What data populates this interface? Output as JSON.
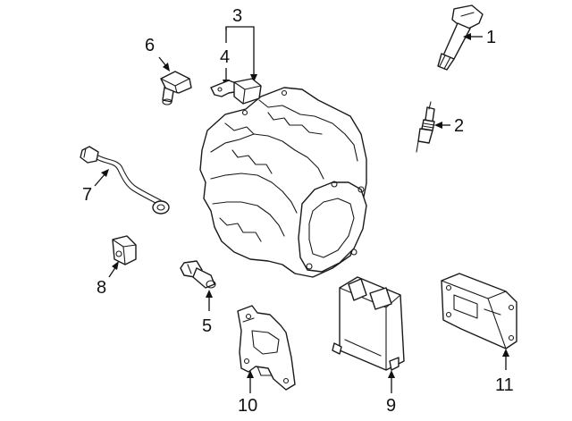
{
  "diagram": {
    "callouts": {
      "c1": "1",
      "c2": "2",
      "c3": "3",
      "c4": "4",
      "c5": "5",
      "c6": "6",
      "c7": "7",
      "c8": "8",
      "c9": "9",
      "c10": "10",
      "c11": "11"
    },
    "colors": {
      "line": "#1a1a1a",
      "background": "#ffffff"
    }
  }
}
